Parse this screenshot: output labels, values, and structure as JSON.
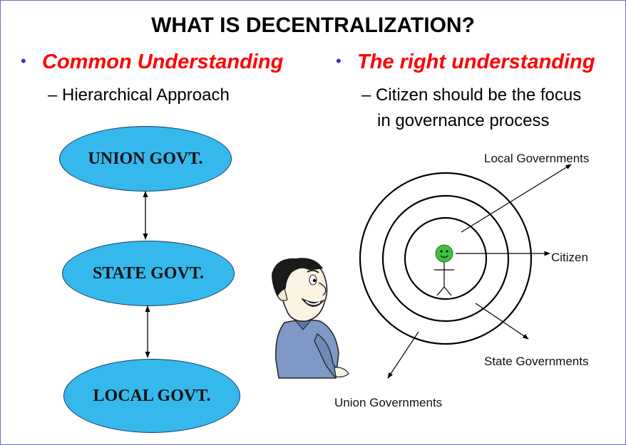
{
  "title": "WHAT IS DECENTRALIZATION?",
  "left": {
    "bullet": "Common Understanding",
    "sub": "– Hierarchical Approach",
    "levels": [
      "UNION GOVT.",
      "STATE GOVT.",
      "LOCAL GOVT."
    ]
  },
  "right": {
    "bullet": "The right understanding",
    "sub_line1": "– Citizen should be the focus",
    "sub_line2": "in governance process",
    "labels": {
      "local": "Local Governments",
      "citizen": "Citizen",
      "state": "State Governments",
      "union": "Union Governments"
    }
  },
  "colors": {
    "bullet_text": "#ff0000",
    "bullet_dot": "#3333cc",
    "ellipse_fill": "#35b8ec",
    "face": "#3fbf3f"
  }
}
